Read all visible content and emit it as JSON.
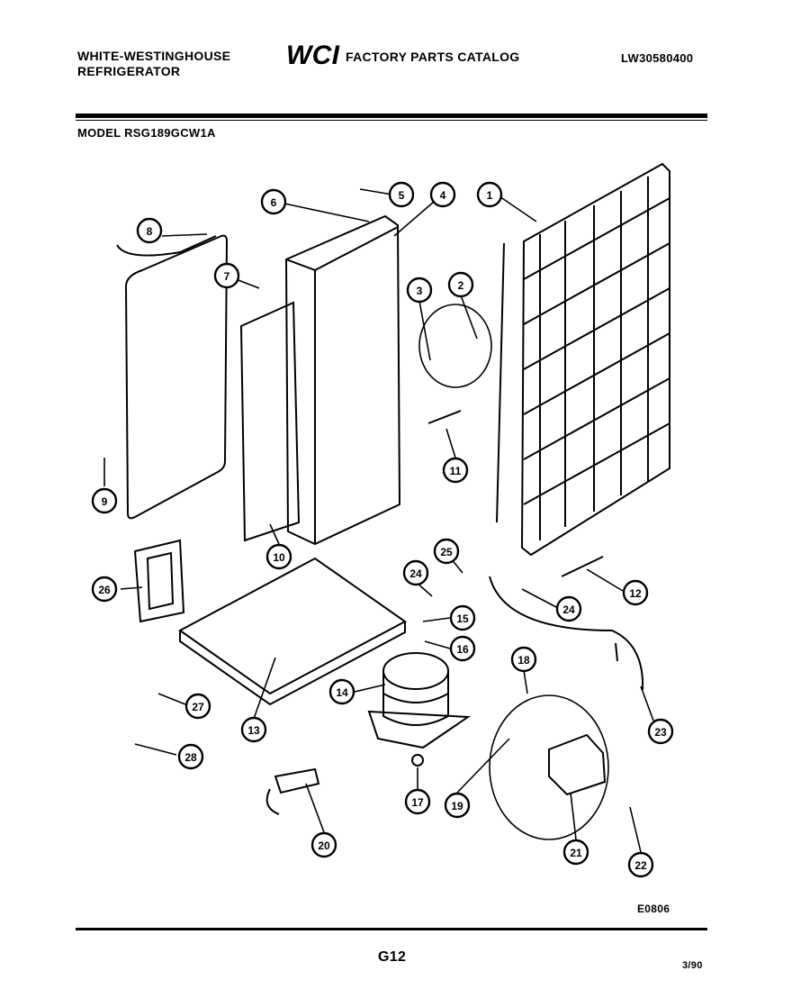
{
  "header": {
    "brand_line1": "WHITE-WESTINGHOUSE",
    "brand_line2": "REFRIGERATOR",
    "logo": "WCI",
    "catalog_title": "FACTORY PARTS CATALOG",
    "catalog_number": "LW30580400",
    "model": "MODEL RSG189GCW1A"
  },
  "diagram": {
    "callouts": [
      "1",
      "2",
      "3",
      "4",
      "5",
      "6",
      "7",
      "8",
      "9",
      "10",
      "11",
      "12",
      "13",
      "14",
      "15",
      "16",
      "17",
      "18",
      "19",
      "20",
      "21",
      "22",
      "23",
      "24",
      "24",
      "25",
      "26",
      "27",
      "28"
    ],
    "figure_code": "E0806"
  },
  "footer": {
    "page": "G12",
    "date": "3/90"
  }
}
